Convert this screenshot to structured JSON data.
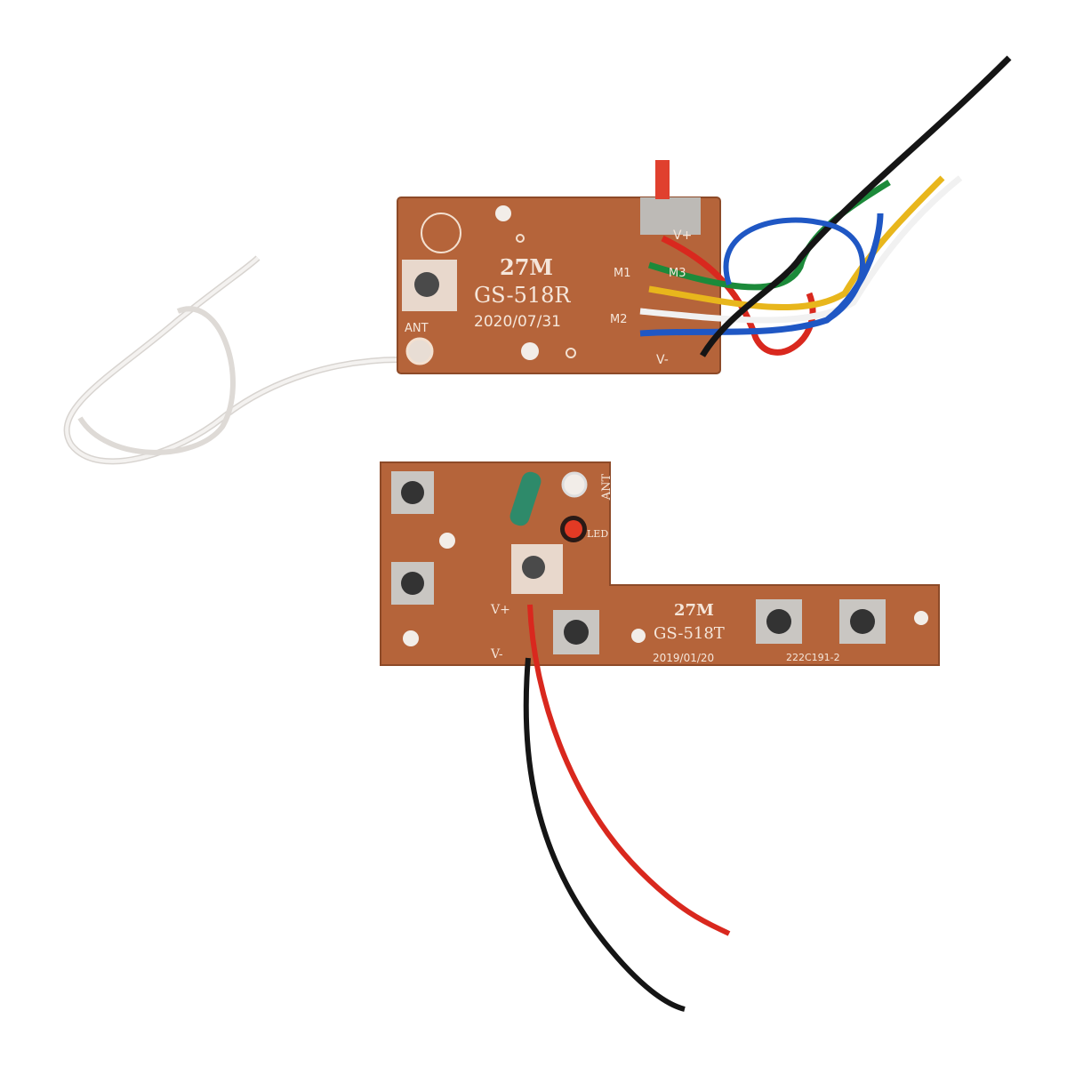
{
  "scene": {
    "description": "Product photo of 27MHz RC receiver and transmitter PCB boards on white background",
    "background": "#ffffff"
  },
  "receiver": {
    "freq": "27M",
    "model": "GS-518R",
    "date": "2020/07/31",
    "pins": {
      "ant": "ANT",
      "vplus": "V+",
      "m1": "M1",
      "m3": "M3",
      "m2": "M2",
      "vminus": "V-"
    },
    "board_color": "#b5643a"
  },
  "transmitter": {
    "freq": "27M",
    "model": "GS-518T",
    "date": "2019/01/20",
    "code": "222C191-2",
    "pins": {
      "ant": "ANT",
      "led": "LED",
      "vplus": "V+",
      "vminus": "V-"
    },
    "board_color": "#b5643a"
  },
  "wire_colors": {
    "red": "#d9281e",
    "black": "#151515",
    "green": "#1c8a3a",
    "yellow": "#e8b61c",
    "white": "#f1f1f1",
    "blue": "#1f57c4"
  }
}
